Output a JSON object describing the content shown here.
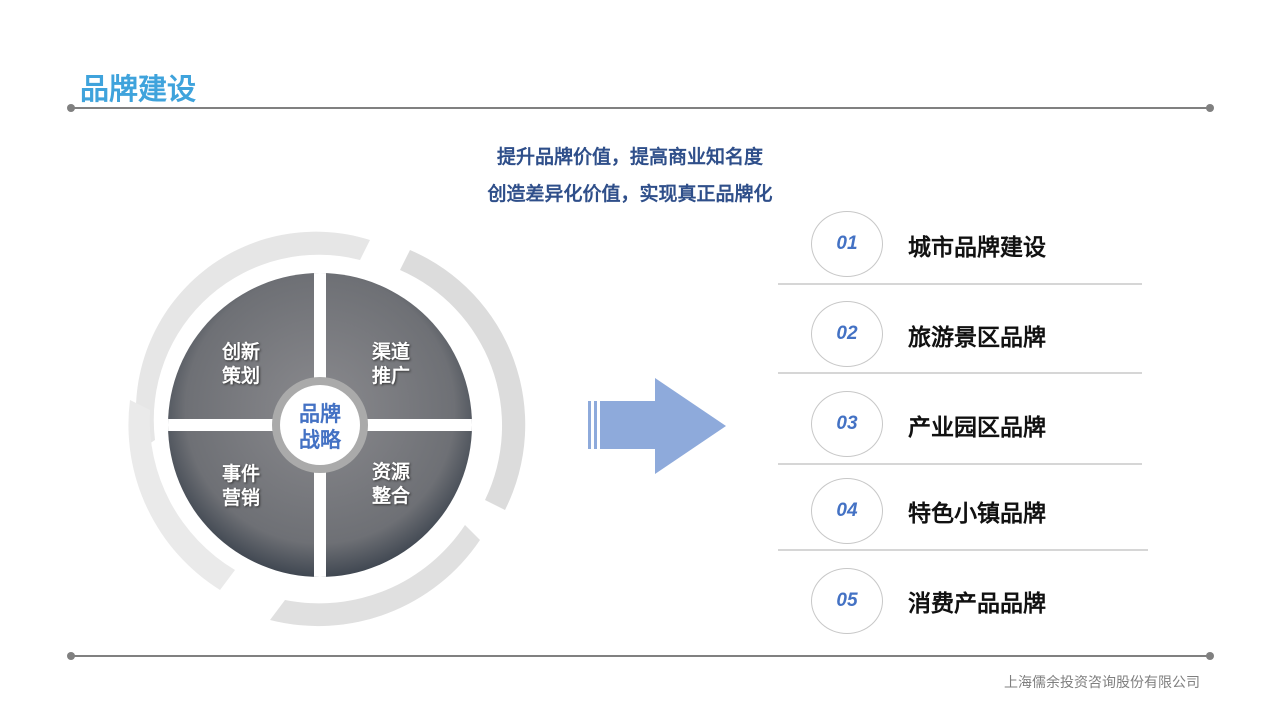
{
  "header": {
    "title": "品牌建设"
  },
  "subtitle": {
    "line1": "提升品牌价值，提高商业知名度",
    "line2": "创造差异化价值，实现真正品牌化"
  },
  "diagram": {
    "center": {
      "line1": "品牌",
      "line2": "战略"
    },
    "quadrants": [
      {
        "line1": "创新",
        "line2": "策划"
      },
      {
        "line1": "渠道",
        "line2": "推广"
      },
      {
        "line1": "事件",
        "line2": "营销"
      },
      {
        "line1": "资源",
        "line2": "整合"
      }
    ]
  },
  "list": [
    {
      "num": "01",
      "label": "城市品牌建设"
    },
    {
      "num": "02",
      "label": "旅游景区品牌"
    },
    {
      "num": "03",
      "label": "产业园区品牌"
    },
    {
      "num": "04",
      "label": "特色小镇品牌"
    },
    {
      "num": "05",
      "label": "消费产品品牌"
    }
  ],
  "footer": {
    "company": "上海儒余投资咨询股份有限公司"
  },
  "colors": {
    "title": "#3fa3dc",
    "accent": "#4472c4",
    "arrow": "#8eaadb"
  }
}
